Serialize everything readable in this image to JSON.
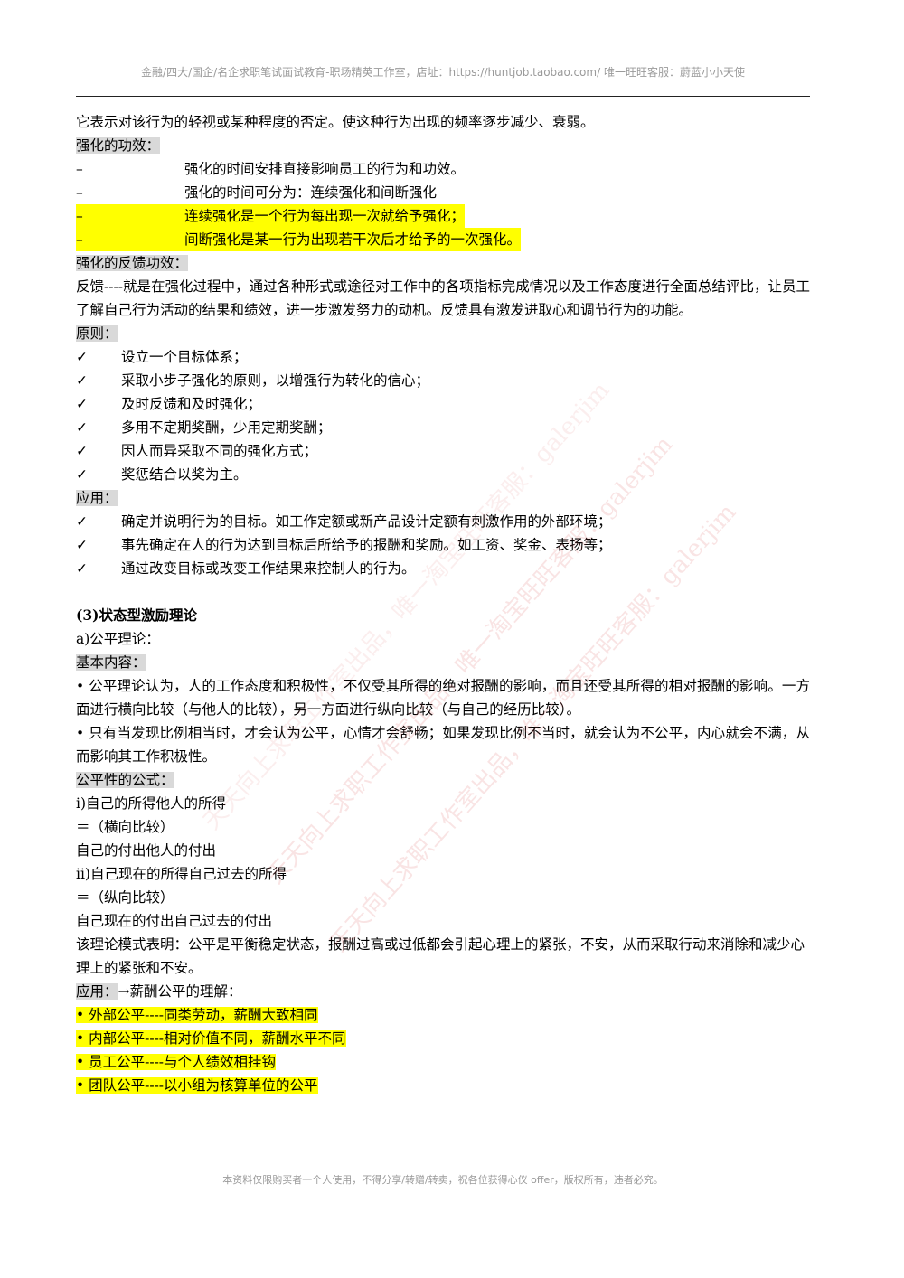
{
  "header": {
    "text": "金融/四大/国企/名企求职笔试面试教育-职场精英工作室，店址：https://huntjob.taobao.com/ 唯一旺旺客服：蔚蓝小小天使"
  },
  "body": {
    "intro": "它表示对该行为的轻视或某种程度的否定。使这种行为出现的频率逐步减少、衰弱。",
    "effect_title": "强化的功效：",
    "dash_marker": "–",
    "effect_items": [
      "强化的时间安排直接影响员工的行为和功效。",
      "强化的时间可分为：连续强化和间断强化",
      "连续强化是一个行为每出现一次就给予强化；",
      "间断强化是某一行为出现若干次后才给予的一次强化。"
    ],
    "feedback_title": "强化的反馈功效：",
    "feedback_text": "反馈----就是在强化过程中，通过各种形式或途径对工作中的各项指标完成情况以及工作态度进行全面总结评比，让员工了解自己行为活动的结果和绩效，进一步激发努力的动机。反馈具有激发进取心和调节行为的功能。",
    "principle_title": "原则：",
    "check_marker": "✓",
    "principles": [
      "设立一个目标体系；",
      "采取小步子强化的原则，以增强行为转化的信心；",
      "及时反馈和及时强化；",
      "多用不定期奖酬，少用定期奖酬；",
      "因人而异采取不同的强化方式；",
      "奖惩结合以奖为主。"
    ],
    "application_title": "应用：",
    "applications": [
      "确定并说明行为的目标。如工作定额或新产品设计定额有刺激作用的外部环境；",
      "事先确定在人的行为达到目标后所给予的报酬和奖励。如工资、奖金、表扬等；",
      "通过改变目标或改变工作结果来控制人的行为。"
    ],
    "section_title": "(3)状态型激励理论",
    "subsection_title": "a)公平理论：",
    "basic_title": "基本内容：",
    "bullet_marker": "•",
    "basic_items": [
      "公平理论认为，人的工作态度和积极性，不仅受其所得的绝对报酬的影响，而且还受其所得的相对报酬的影响。一方面进行横向比较（与他人的比较），另一方面进行纵向比较（与自己的经历比较）。",
      "只有当发现比例相当时，才会认为公平，心情才会舒畅；如果发现比例不当时，就会认为不公平，内心就会不满，从而影响其工作积极性。"
    ],
    "formula_title": "公平性的公式：",
    "formula_lines": [
      "i)自己的所得他人的所得",
      "＝（横向比较）",
      "自己的付出他人的付出",
      "ii)自己现在的所得自己过去的所得",
      "＝（纵向比较）",
      "自己现在的付出自己过去的付出"
    ],
    "conclusion_lines": [
      "该理论模式表明：公平是平衡稳定状态，报酬过高或过低都会引起心理上的紧张，不安，从而采取行动来消除和减少心",
      "理上的紧张和不安。"
    ],
    "salary_label": "应用：",
    "salary_rest": "→薪酬公平的理解：",
    "salary_items": [
      "外部公平----同类劳动，薪酬大致相同",
      "内部公平----相对价值不同，薪酬水平不同",
      "员工公平----与个人绩效相挂钩",
      "团队公平----以小组为核算单位的公平"
    ]
  },
  "watermarks": [
    "天天向上求职工作室出品，唯一淘宝旺旺客服：galerjim",
    "天天向上求职工作室出品，唯一淘宝旺旺客服：galerjim",
    "天天向上求职工作室出品，唯一淘宝旺旺客服：galerjim"
  ],
  "footer": {
    "text": "本资料仅限购买者一个人使用，不得分享/转赠/转卖，祝各位获得心仪 offer，版权所有，违者必究。"
  }
}
